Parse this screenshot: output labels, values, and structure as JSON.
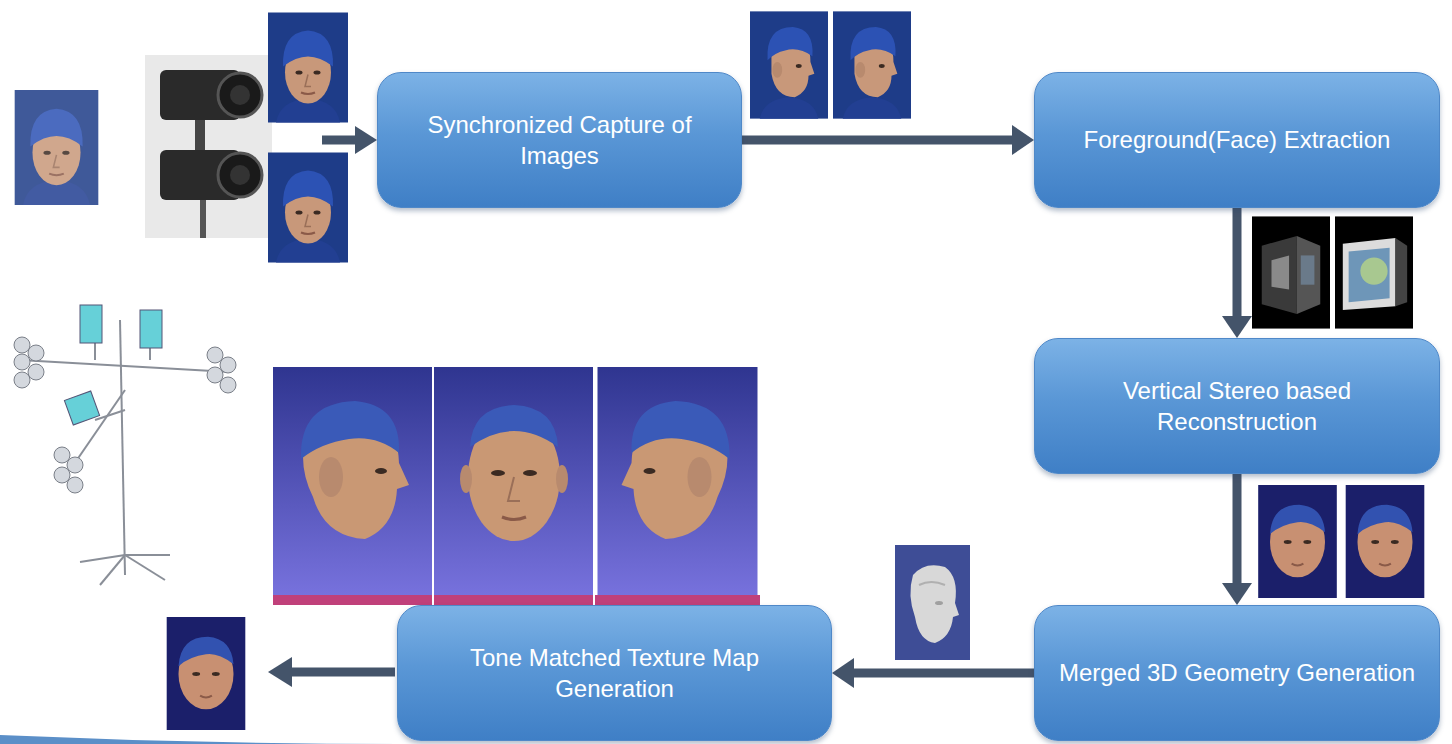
{
  "diagram": {
    "nodes": [
      {
        "text": [
          "Synchronized Capture of Images"
        ]
      },
      {
        "text": [
          "Foreground(Face) Extraction"
        ]
      },
      {
        "text": [
          "Vertical Stereo based Reconstruction"
        ]
      },
      {
        "text": [
          "Merged 3D Geometry Generation"
        ]
      },
      {
        "text": [
          "Tone Matched Texture Map Generation"
        ]
      }
    ],
    "edges": [
      {
        "from": 0,
        "to": 1,
        "arrow": "to"
      },
      {
        "from": 1,
        "to": 2,
        "arrow": "to"
      },
      {
        "from": 2,
        "to": 3,
        "arrow": "to"
      },
      {
        "from": 3,
        "to": 4,
        "arrow": "to"
      }
    ]
  }
}
